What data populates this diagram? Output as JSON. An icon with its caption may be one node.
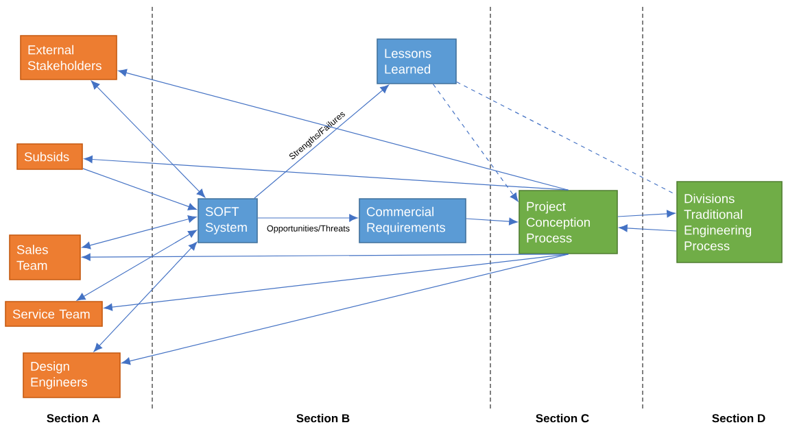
{
  "diagram": {
    "nodes": [
      {
        "text": [
          "External Stakeholders"
        ]
      },
      {
        "text": [
          "Subsids"
        ]
      },
      {
        "text": [
          "Sales Team"
        ]
      },
      {
        "text": [
          "Service Team"
        ]
      },
      {
        "text": [
          "Design Engineers"
        ]
      },
      {
        "text": [
          "SOFT System"
        ]
      },
      {
        "text": [
          "Lessons Learned"
        ]
      },
      {
        "text": [
          "Commercial Requirements"
        ]
      },
      {
        "text": [
          "Project Conception Process"
        ]
      },
      {
        "text": [
          "Divisions Traditional Engineering Process"
        ]
      }
    ],
    "edges": [
      {
        "from": 0,
        "to": 5,
        "arrow": "both"
      },
      {
        "from": 1,
        "to": 5,
        "arrow": "to"
      },
      {
        "from": 2,
        "to": 5,
        "arrow": "both"
      },
      {
        "from": 3,
        "to": 5,
        "arrow": "both"
      },
      {
        "from": 4,
        "to": 5,
        "arrow": "both"
      },
      {
        "from": 5,
        "to": 6,
        "arrow": "to",
        "label": "Strengths/Failures"
      },
      {
        "from": 5,
        "to": 7,
        "arrow": "to",
        "label": "Opportunities/Threats"
      },
      {
        "from": 7,
        "to": 8,
        "arrow": "to"
      },
      {
        "from": 8,
        "to": 0,
        "arrow": "to"
      },
      {
        "from": 8,
        "to": 1,
        "arrow": "to"
      },
      {
        "from": 8,
        "to": 2,
        "arrow": "to"
      },
      {
        "from": 8,
        "to": 3,
        "arrow": "to"
      },
      {
        "from": 8,
        "to": 4,
        "arrow": "to"
      },
      {
        "from": 6,
        "to": 8,
        "arrow": "to",
        "style": "dashed"
      },
      {
        "from": 6,
        "to": 9,
        "arrow": "none",
        "style": "dashed"
      },
      {
        "from": 8,
        "to": 9,
        "arrow": "to"
      },
      {
        "from": 9,
        "to": 8,
        "arrow": "to"
      }
    ],
    "labels": [
      "Section A",
      "Section B",
      "Section C",
      "Section D"
    ]
  }
}
